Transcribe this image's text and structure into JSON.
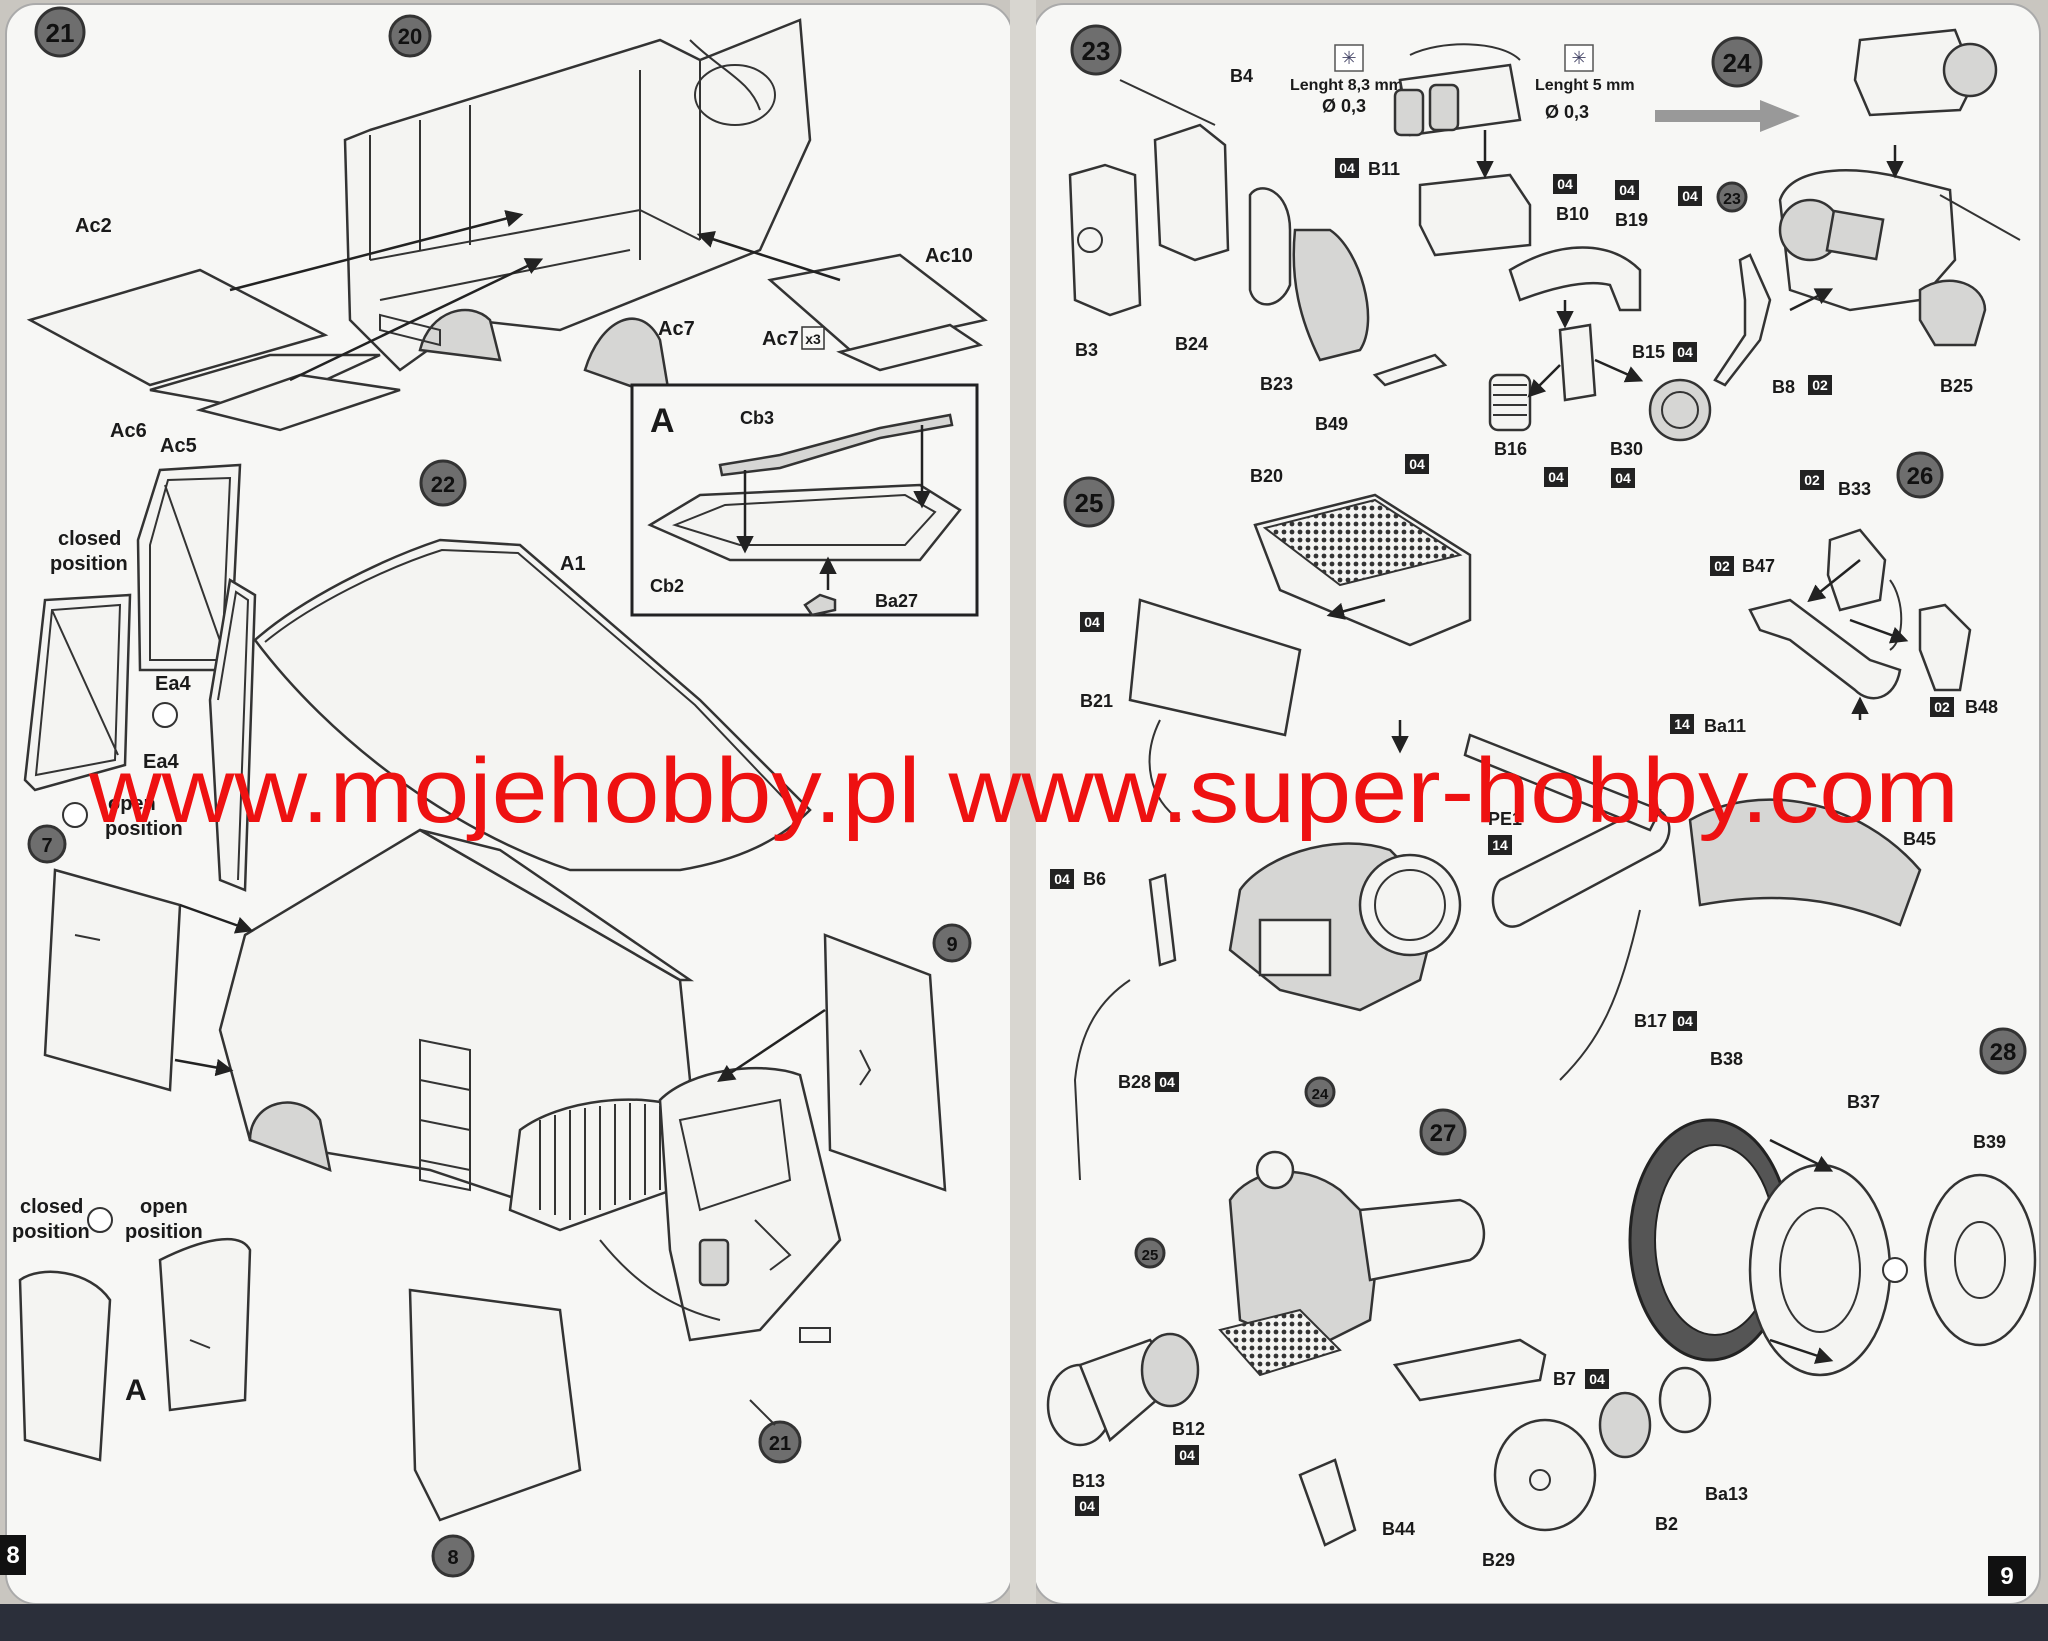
{
  "left_page": {
    "page_number": "8",
    "steps": {
      "s20": "20",
      "s21": "21",
      "s22": "22",
      "s7": "7",
      "s8": "8",
      "s9": "9",
      "s21b": "21"
    },
    "labels": {
      "ac2": "Ac2",
      "ac6": "Ac6",
      "ac5": "Ac5",
      "ac7a": "Ac7",
      "ac7b": "Ac7",
      "ac10": "Ac10",
      "x3": "x3",
      "a1": "A1",
      "ea4a": "Ea4",
      "ea4b": "Ea4",
      "cb3": "Cb3",
      "cb2": "Cb2",
      "ba27": "Ba27",
      "insetA": "A",
      "doorA": "A",
      "closed1": "closed",
      "closed1b": "position",
      "open1": "open",
      "open1b": "position",
      "closed2": "closed",
      "closed2b": "position",
      "open2": "open",
      "open2b": "position"
    }
  },
  "right_page": {
    "page_number": "9",
    "steps": {
      "s23": "23",
      "s24": "24",
      "s25": "25",
      "s26": "26",
      "s27": "27",
      "s28": "28",
      "s23c": "23",
      "s24c": "24",
      "s25c": "25"
    },
    "labels": {
      "b4": "B4",
      "b3": "B3",
      "b24": "B24",
      "b23": "B23",
      "b49": "B49",
      "b11": "B11",
      "b10": "B10",
      "b19": "B19",
      "b15": "B15",
      "b16": "B16",
      "b30": "B30",
      "b8": "B8",
      "b25": "B25",
      "b20": "B20",
      "b21": "B21",
      "b6": "B6",
      "b28": "B28",
      "b17": "B17",
      "b45": "B45",
      "ba11": "Ba11",
      "pe1": "PE1",
      "b33": "B33",
      "b47": "B47",
      "b48": "B48",
      "b38": "B38",
      "b37": "B37",
      "b39": "B39",
      "b12": "B12",
      "b13": "B13",
      "b7": "B7",
      "b2": "B2",
      "ba13": "Ba13",
      "b29": "B29",
      "b44": "B44",
      "wire1_len": "Lenght 8,3 mm",
      "wire1_dia": "Ø 0,3",
      "wire2_len": "Lenght 5 mm",
      "wire2_dia": "Ø 0,3"
    },
    "paints": {
      "p_b11": "04",
      "p_b10": "04",
      "p_b19": "04",
      "p_b23": "04",
      "p_b15": "04",
      "p_b16": "04",
      "p_b30": "04",
      "p_b8": "02",
      "p_b20": "04",
      "p_b21": "04",
      "p_ba11": "14",
      "p_pe1": "14",
      "p_b6": "04",
      "p_b28": "04",
      "p_b17": "04",
      "p_b33": "02",
      "p_b47": "02",
      "p_b48": "02",
      "p_b7": "04",
      "p_b12": "04",
      "p_b13": "04"
    }
  },
  "watermark": "www.mojehobby.pl www.super-hobby.com"
}
